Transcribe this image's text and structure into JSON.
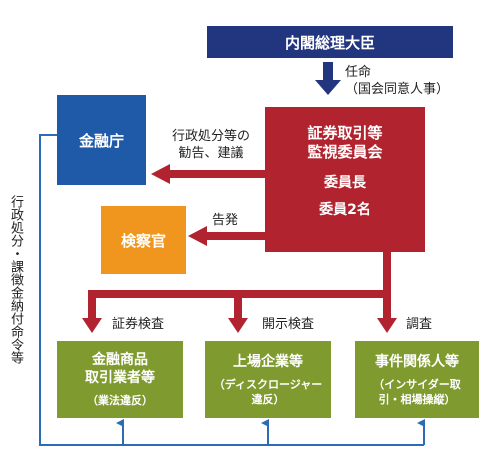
{
  "nodes": {
    "pm": "内閣総理大臣",
    "fsa": "金融庁",
    "sesc": {
      "line1": "証券取引等",
      "line2": "監視委員会",
      "chair": "委員長",
      "members": "委員2名"
    },
    "prosecutor": "検察官",
    "fibo": {
      "line1": "金融商品",
      "line2": "取引業者等",
      "note": "（業法違反）"
    },
    "listed": {
      "line1": "上場企業等",
      "note1": "（ディスクロージャー",
      "note2": "違反）"
    },
    "related": {
      "line1": "事件関係人等",
      "note1": "（インサイダー取",
      "note2": "引・相場操縦）"
    }
  },
  "labels": {
    "appoint": "任命",
    "consent": "（国会同意人事）",
    "recommend1": "行政処分等の",
    "recommend2": "勧告、建議",
    "accuse": "告発",
    "sec_inspection": "証券検査",
    "disclosure_inspection": "開示検査",
    "investigation": "調査",
    "admin_action": "行政処分・課徴金納付命令等"
  },
  "colors": {
    "navy": "#22357f",
    "blue": "#1f5aa8",
    "red": "#b1232e",
    "orange": "#f0961e",
    "green": "#7f9a2f",
    "line_blue": "#2b6cb2"
  }
}
